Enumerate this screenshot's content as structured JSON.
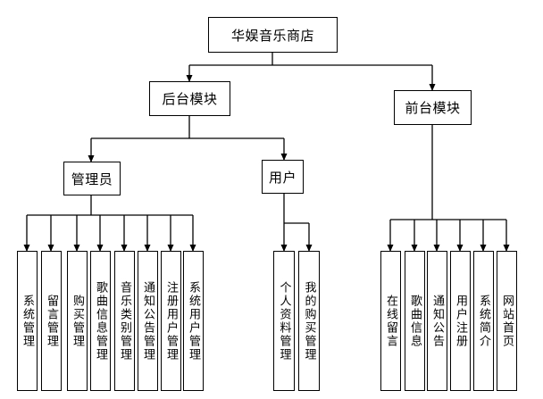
{
  "root": {
    "label": "华娱音乐商店"
  },
  "backend": {
    "label": "后台模块",
    "admin": {
      "label": "管理员",
      "children": [
        "系统管理",
        "留言管理",
        "购买管理",
        "歌曲信息管理",
        "音乐类别管理",
        "通知公告管理",
        "注册用户管理",
        "系统用户管理"
      ]
    },
    "user": {
      "label": "用户",
      "children": [
        "个人资料管理",
        "我的购买管理"
      ]
    }
  },
  "frontend": {
    "label": "前台模块",
    "children": [
      "在线留言",
      "歌曲信息",
      "通知公告",
      "用户注册",
      "系统简介",
      "网站首页"
    ]
  }
}
